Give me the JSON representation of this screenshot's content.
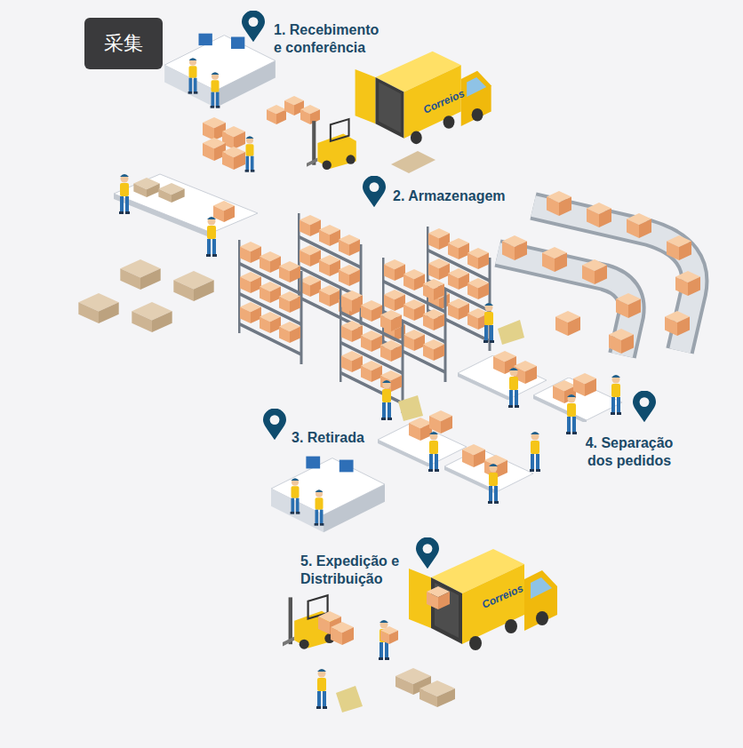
{
  "diagram": {
    "nodes": [
      {
        "text": [
          "采集"
        ]
      }
    ],
    "labels": [
      "1. Recebimento e conferência",
      "2. Armazenagem",
      "3. Retirada",
      "4. Separação dos pedidos",
      "5. Expedição e Distribuição",
      "Correios",
      "Correios"
    ]
  }
}
